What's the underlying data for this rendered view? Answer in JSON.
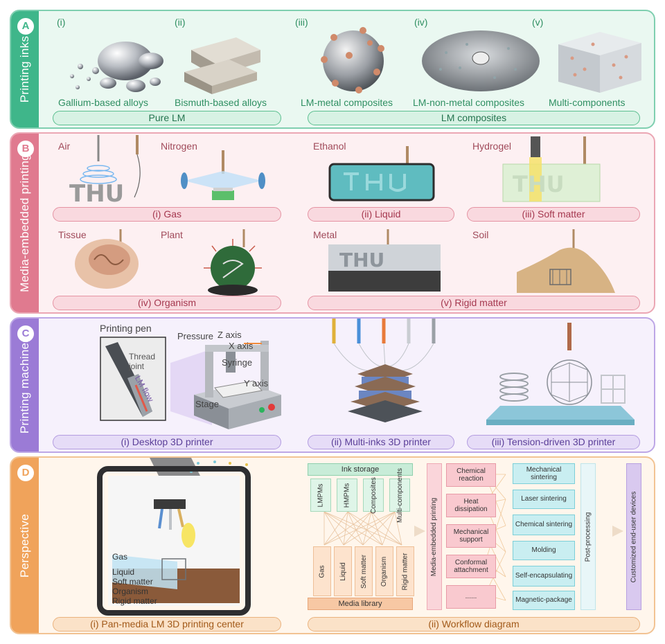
{
  "panelA": {
    "badge": "A",
    "side_title": "Printing inks",
    "items": [
      {
        "numeral": "(i)",
        "label": "Gallium-based alloys"
      },
      {
        "numeral": "(ii)",
        "label": "Bismuth-based alloys"
      },
      {
        "numeral": "(iii)",
        "label": "LM-metal composites"
      },
      {
        "numeral": "(iv)",
        "label": "LM-non-metal composites"
      },
      {
        "numeral": "(v)",
        "label": "Multi-components"
      }
    ],
    "group_pure": "Pure LM",
    "group_composites": "LM composites"
  },
  "panelB": {
    "badge": "B",
    "side_title": "Media-embedded printing",
    "media": {
      "air": "Air",
      "nitrogen": "Nitrogen",
      "ethanol": "Ethanol",
      "hydrogel": "Hydrogel",
      "tissue": "Tissue",
      "plant": "Plant",
      "metal": "Metal",
      "soil": "Soil"
    },
    "thu_text": "THU",
    "categories": {
      "gas": "(i) Gas",
      "liquid": "(ii) Liquid",
      "soft": "(iii) Soft matter",
      "organism": "(iv) Organism",
      "rigid": "(v) Rigid matter"
    }
  },
  "panelC": {
    "badge": "C",
    "side_title": "Printing machines",
    "pen_title": "Printing pen",
    "thread_joint": "Thread joint",
    "lm_flow": "LM flow",
    "pressure": "Pressure",
    "z_axis": "Z axis",
    "x_axis": "X axis",
    "syringe": "Syringe",
    "y_axis": "Y axis",
    "stage": "Stage",
    "pills": [
      "(i) Desktop 3D printer",
      "(ii)  Multi-inks 3D printer",
      "(iii) Tension-driven 3D printer"
    ]
  },
  "panelD": {
    "badge": "D",
    "side_title": "Perspective",
    "media_list": [
      "Gas",
      "Liquid",
      "Soft matter",
      "Organism",
      "Rigid  matter"
    ],
    "pill_center": "(i) Pan-media LM 3D printing center",
    "pill_workflow": "(ii) Workflow diagram",
    "workflow": {
      "ink_storage": "Ink storage",
      "inks": [
        "LMPMs",
        "HMPMs",
        "Composites",
        "Multi-components"
      ],
      "media": [
        "Gas",
        "Liquid",
        "Soft matter",
        "Organism",
        "Rigid matter"
      ],
      "media_library": "Media library",
      "mep": "Media-embedded printing",
      "mechanisms": [
        "Chemical reaction",
        "Heat dissipation",
        "Mechanical support",
        "Conformal attachment",
        "......"
      ],
      "post_methods": [
        "Mechanical sintering",
        "Laser sintering",
        "Chemical sintering",
        "Molding",
        "Self-encapsulating",
        "Magnetic-package"
      ],
      "post_processing": "Post-processing",
      "devices": "Customized end-user devices"
    }
  },
  "colors": {
    "A": "#3fb68a",
    "B": "#e07a8f",
    "C": "#9b7bd6",
    "D": "#f0a35b"
  }
}
